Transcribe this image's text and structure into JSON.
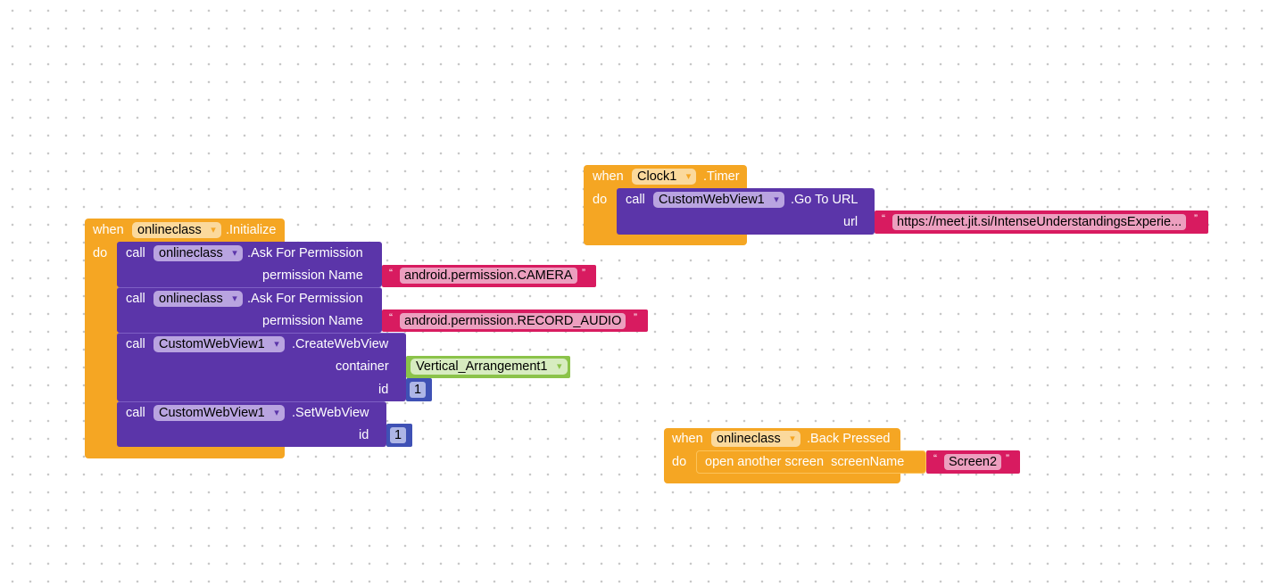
{
  "init_block": {
    "when": "when",
    "component": "onlineclass",
    "event": ".Initialize",
    "do": "do",
    "calls": [
      {
        "call": "call",
        "component": "onlineclass",
        "method": ".Ask For Permission",
        "param": "permission Name",
        "value": "android.permission.CAMERA"
      },
      {
        "call": "call",
        "component": "onlineclass",
        "method": ".Ask For Permission",
        "param": "permission Name",
        "value": "android.permission.RECORD_AUDIO"
      },
      {
        "call": "call",
        "component": "CustomWebView1",
        "method": ".CreateWebView",
        "param": "container",
        "value": "Vertical_Arrangement1",
        "param2": "id",
        "value2": "1"
      },
      {
        "call": "call",
        "component": "CustomWebView1",
        "method": ".SetWebView",
        "param": "id",
        "value": "1"
      }
    ]
  },
  "timer_block": {
    "when": "when",
    "component": "Clock1",
    "event": ".Timer",
    "do": "do",
    "call": "call",
    "call_component": "CustomWebView1",
    "method": ".Go To URL",
    "param": "url",
    "value": "https://meet.jit.si/IntenseUnderstandingsExperie..."
  },
  "back_block": {
    "when": "when",
    "component": "onlineclass",
    "event": ".Back Pressed",
    "do": "do",
    "action": "open another screen  screenName",
    "value": "Screen2"
  },
  "quote_open": "“",
  "quote_close": "”",
  "colors": {
    "event": "#f5a623",
    "component": "#5b35a9",
    "text": "#d81b60",
    "any": "#8bc34a",
    "math": "#3f51b5"
  }
}
